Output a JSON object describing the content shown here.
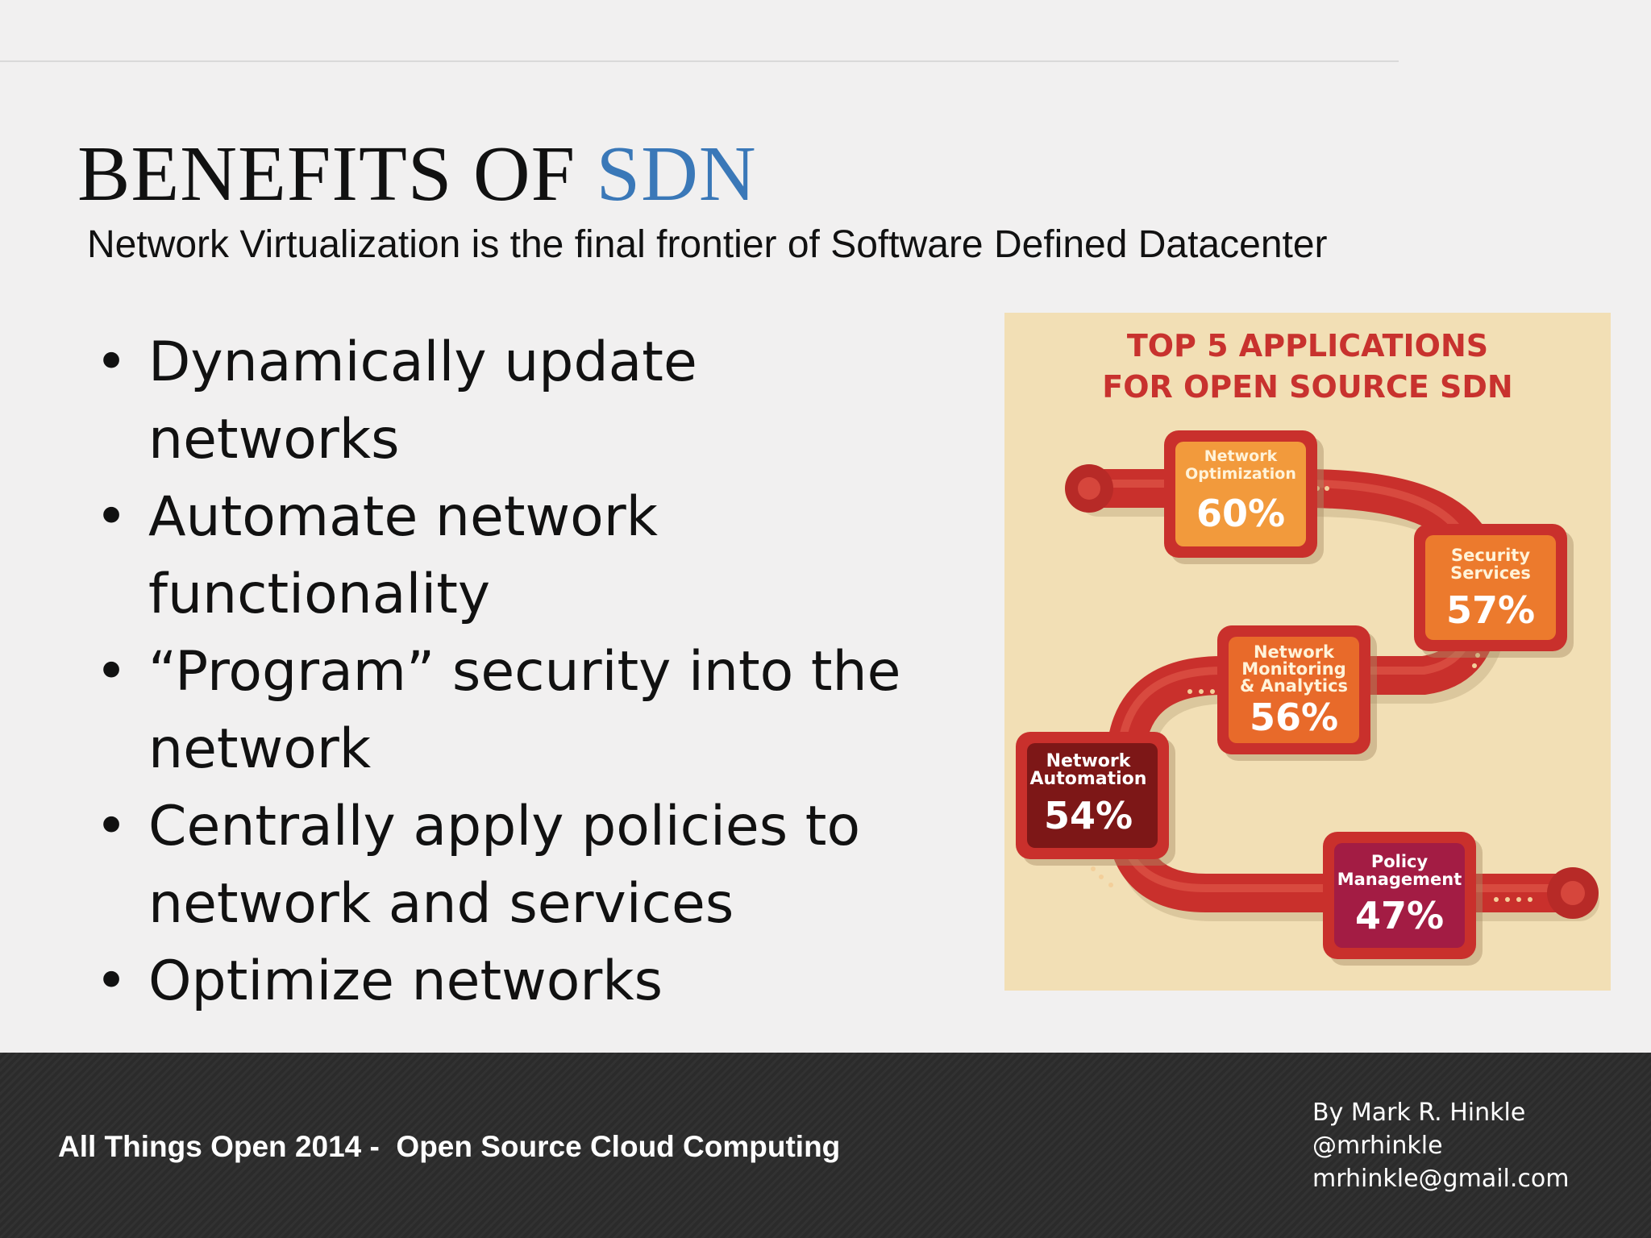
{
  "slide": {
    "title_main": "BENEFITS OF ",
    "title_accent": "SDN",
    "subtitle": "Network Virtualization is the final frontier of Software Defined Datacenter",
    "bullets": [
      "Dynamically update networks",
      "Automate network functionality",
      "“Program” security into the network",
      "Centrally apply policies to network and services",
      "Optimize networks"
    ],
    "bullet_glyph": "•"
  },
  "infographic": {
    "title_line1": "TOP 5 APPLICATIONS",
    "title_line2": "FOR OPEN SOURCE SDN",
    "items": [
      {
        "line1": "Network",
        "line2": "Optimization",
        "line3": "",
        "value": "60%",
        "color": "#f29a3c"
      },
      {
        "line1": "Security",
        "line2": "Services",
        "line3": "",
        "value": "57%",
        "color": "#ec7a2d"
      },
      {
        "line1": "Network",
        "line2": "Monitoring",
        "line3": "& Analytics",
        "value": "56%",
        "color": "#e86a2a"
      },
      {
        "line1": "Network",
        "line2": "Automation",
        "line3": "",
        "value": "54%",
        "color": "#7d1717"
      },
      {
        "line1": "Policy",
        "line2": "Management",
        "line3": "",
        "value": "47%",
        "color": "#a31c44"
      }
    ],
    "colors": {
      "background": "#f2dfb5",
      "pipe": "#c9302c",
      "title": "#c8322e"
    }
  },
  "footer": {
    "event": "All Things Open 2014 -  Open Source Cloud Computing",
    "author": "By Mark R. Hinkle",
    "handle": "@mrhinkle",
    "email": "mrhinkle@gmail.com"
  }
}
